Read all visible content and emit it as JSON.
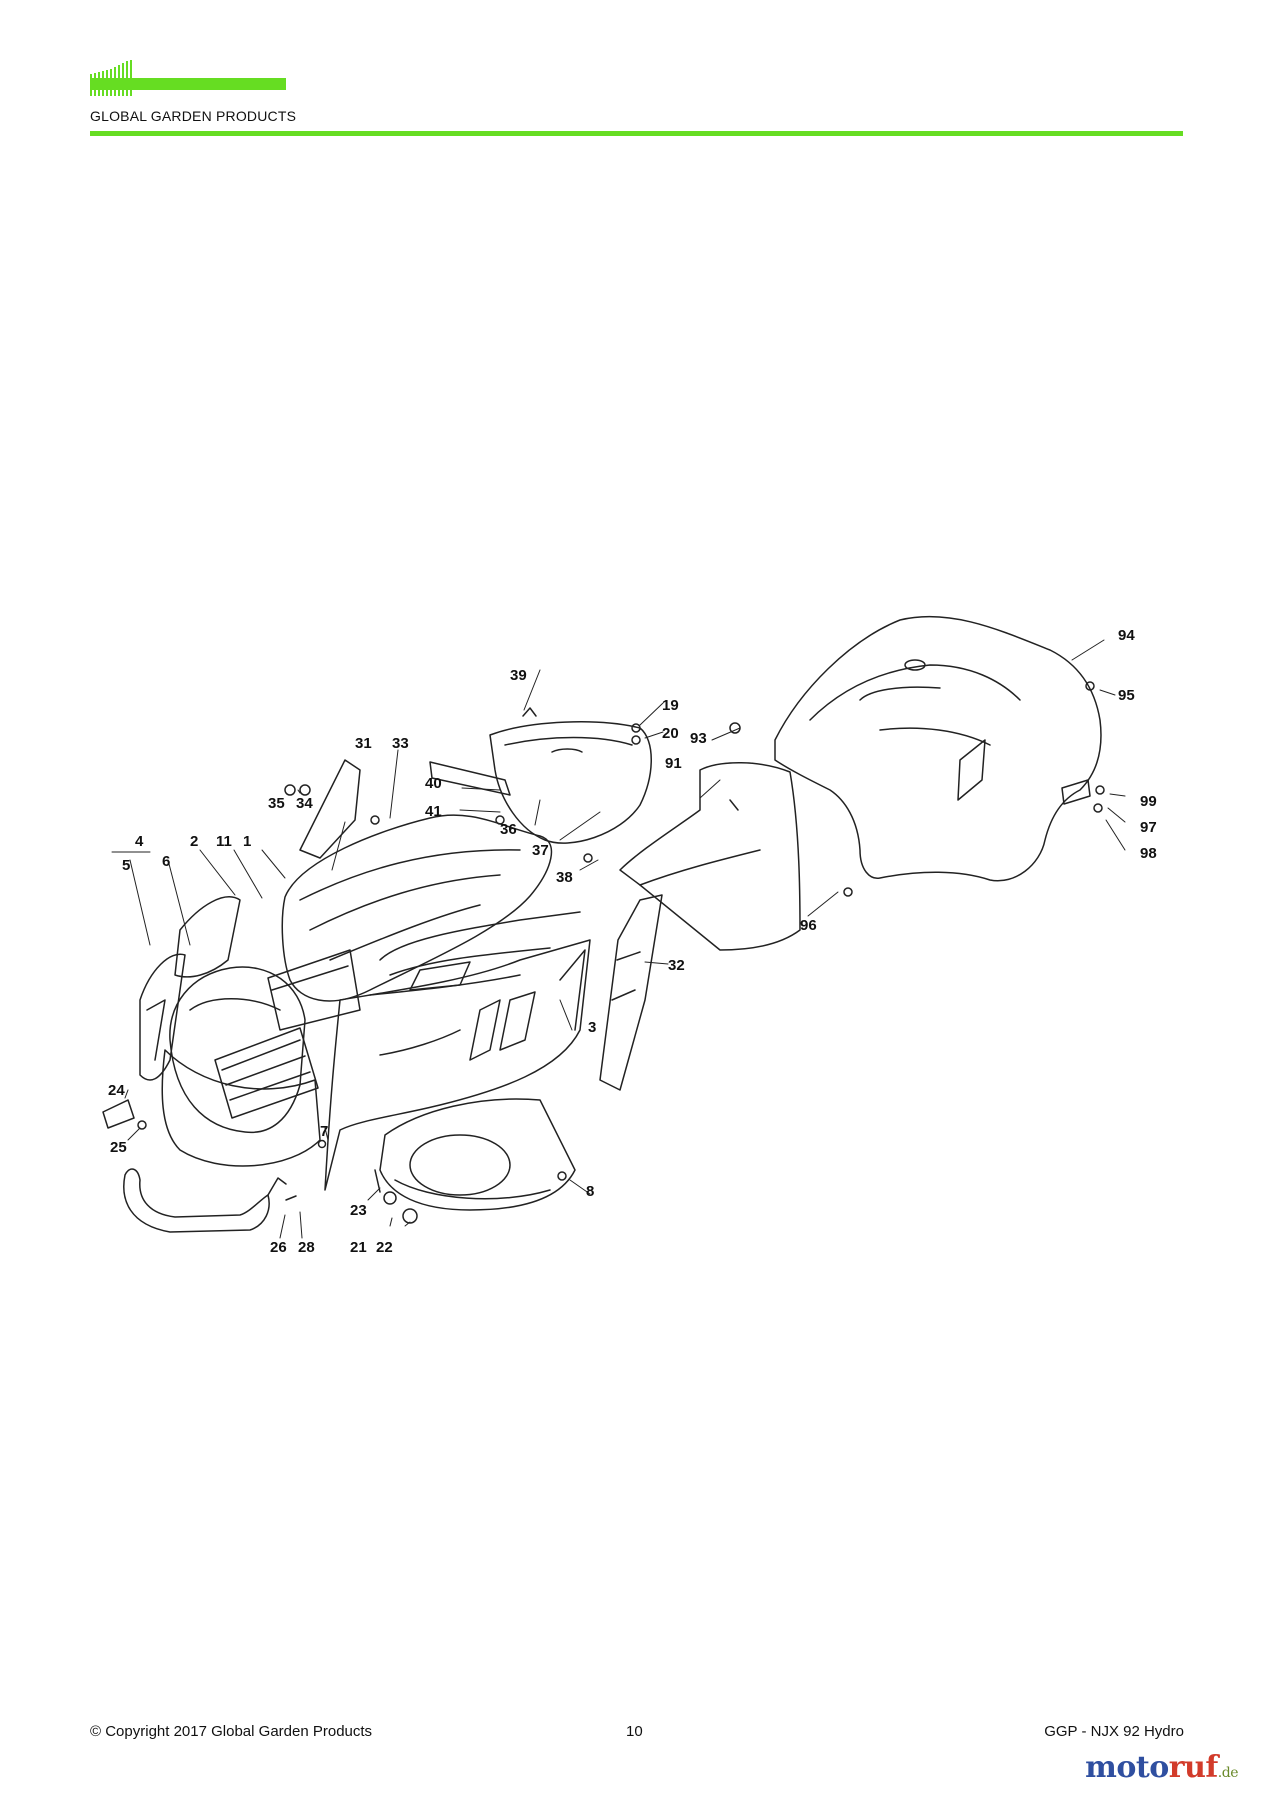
{
  "header": {
    "brand": "GLOBAL GARDEN PRODUCTS",
    "rule_color": "#66dd22",
    "logo_color": "#66dd22"
  },
  "diagram": {
    "callouts": [
      "1",
      "2",
      "3",
      "4",
      "5",
      "6",
      "7",
      "8",
      "11",
      "19",
      "20",
      "21",
      "22",
      "23",
      "24",
      "25",
      "26",
      "28",
      "31",
      "32",
      "33",
      "34",
      "35",
      "36",
      "37",
      "38",
      "39",
      "40",
      "41",
      "91",
      "93",
      "94",
      "95",
      "96",
      "97",
      "98",
      "99"
    ]
  },
  "footer": {
    "copyright": "© Copyright 2017 Global Garden Products",
    "page_number": "10",
    "model": "GGP - NJX 92 Hydro"
  },
  "watermark": {
    "main": "moto",
    "accent": "ruf",
    "tld": ".de"
  }
}
